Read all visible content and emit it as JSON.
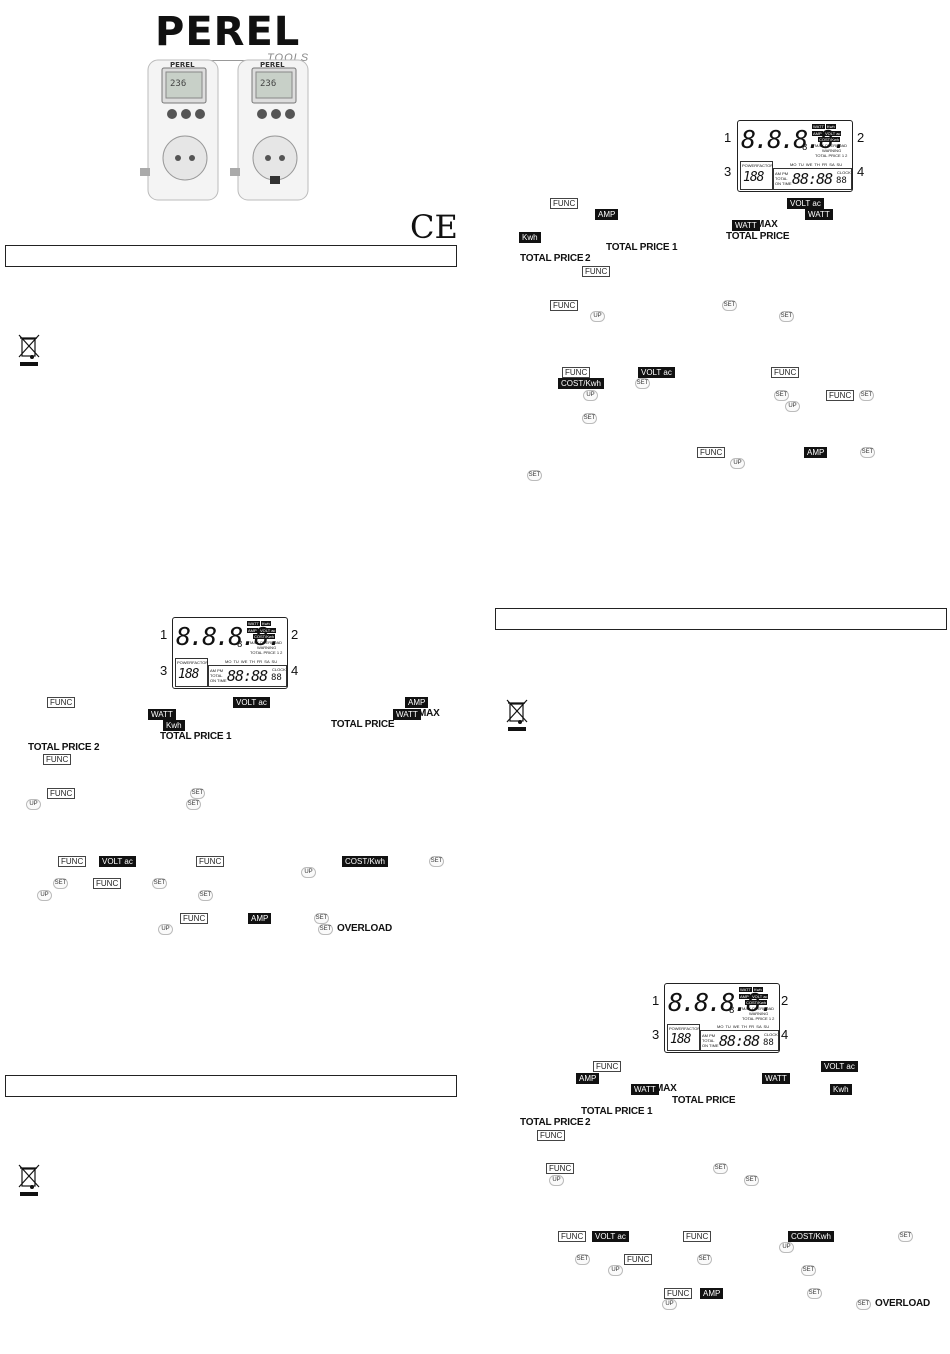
{
  "brand": {
    "name": "PEREL",
    "sub": "TOOLS",
    "ce": "CE"
  },
  "keys": {
    "func": "FUNC",
    "set": "SET",
    "up": "UP"
  },
  "indicators": {
    "volt": "VOLT ac",
    "amp": "AMP",
    "watt": "WATT",
    "watt_max": "MAX",
    "kwh": "Kwh",
    "cost": "COST/Kwh",
    "total_price": "TOTAL PRICE",
    "total_price1": "TOTAL PRICE 1",
    "total_price2a": "TOTAL PRICE",
    "total_price2b": "2",
    "overload": "OVERLOAD"
  },
  "lcd": {
    "main_digits": "8.8.8.8.",
    "small_digit": "8",
    "watt": "WATT",
    "kwh": "Kwh",
    "cost": "COST/Kwh",
    "amp": "AMP",
    "volt": "VOLT ac",
    "max_overload": "MAX OVERLOAD",
    "warning": "WARNING",
    "total_price": "TOTAL PRICE 1 2",
    "power_factor": "POWERFACTOR",
    "pf_digits": "188",
    "days": "MO TU WE TH FR SA SU",
    "ampm": "AM PM",
    "total": "TOTAL",
    "on_time": "ON TIME",
    "clock": "CLOCK",
    "time_digits": "88:88",
    "sec_digits": "88",
    "c1": "1",
    "c2": "2",
    "c3": "3",
    "c4": "4"
  },
  "colors": {
    "ink": "#111111",
    "inverse_bg": "#111111",
    "inverse_fg": "#ffffff"
  },
  "icons": [
    "weee-bin-icon"
  ]
}
